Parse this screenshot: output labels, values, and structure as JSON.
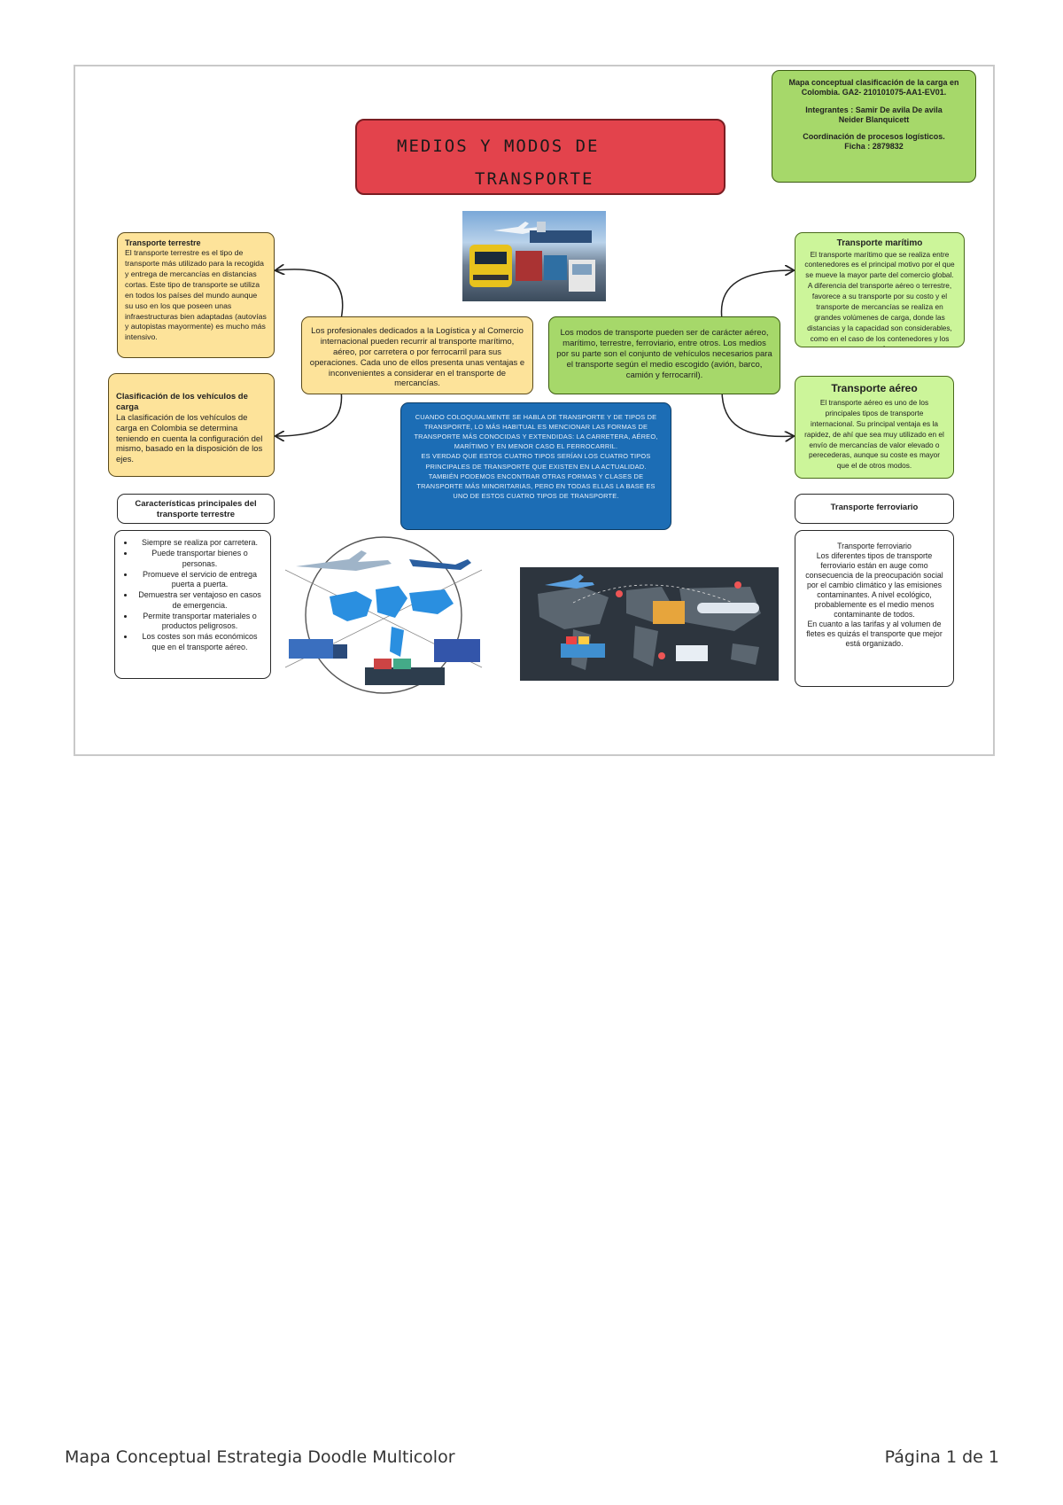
{
  "header": {
    "info_box": {
      "line1": "Mapa conceptual clasificación de la carga en Colombia. GA2- 210101075-AA1-EV01.",
      "line2": "Integrantes : Samir De avila De avila",
      "line3": "Neider Blanquicett",
      "line4": "Coordinación de procesos logísticos.",
      "line5": "Ficha : 2879832"
    },
    "title_line1": "MEDIOS Y MODOS DE",
    "title_line2": "TRANSPORTE"
  },
  "nodes": {
    "terrestre": {
      "heading": "Transporte terrestre",
      "body": "El transporte terrestre es el tipo de transporte más utilizado para la recogida y entrega de mercancías en distancias cortas. Este tipo de transporte se utiliza en todos los países del mundo aunque su uso en los que poseen unas infraestructuras bien adaptadas (autovías y autopistas mayormente) es mucho más intensivo."
    },
    "clasificacion": {
      "heading": "Clasificación de los vehículos de carga",
      "body": "La clasificación de los vehículos de carga en Colombia se determina teniendo en cuenta la configuración del mismo, basado en la disposición de los ejes."
    },
    "profesionales": {
      "body": "Los profesionales dedicados a la Logística y al Comercio internacional pueden recurrir al transporte marítimo, aéreo, por carretera o por ferrocarril para sus operaciones. Cada uno de ellos presenta unas ventajas e inconvenientes a considerar en el transporte de mercancías."
    },
    "modos": {
      "body": "Los modos de transporte pueden ser de carácter aéreo, marítimo, terrestre, ferroviario, entre otros. Los medios por su parte son el conjunto de vehículos necesarios para el transporte según el medio escogido (avión, barco, camión y ferrocarril)."
    },
    "maritimo": {
      "heading": "Transporte marítimo",
      "body": "El transporte marítimo que se realiza entre contenedores es el principal motivo por el que se mueve la mayor parte del comercio global. A diferencia del transporte aéreo o terrestre, favorece a su transporte por su costo y el transporte de mercancías se realiza en grandes volúmenes de carga, donde las distancias y la capacidad son considerables, como en el caso de los contenedores y los graneles."
    },
    "aereo": {
      "heading": "Transporte aéreo",
      "body": "El transporte aéreo es uno de los principales tipos de transporte internacional. Su principal ventaja es la rapidez, de ahí que sea muy utilizado en el envío de mercancías de valor elevado o perecederas, aunque su coste es mayor que el de otros modos."
    },
    "intro": {
      "line1": "CUANDO COLOQUIALMENTE SE HABLA DE TRANSPORTE Y DE TIPOS DE TRANSPORTE, LO MÁS HABITUAL ES MENCIONAR LAS FORMAS DE TRANSPORTE MÁS CONOCIDAS Y EXTENDIDAS: LA CARRETERA, AÉREO, MARÍTIMO Y EN MENOR CASO EL FERROCARRIL.",
      "line2": "ES VERDAD QUE ESTOS CUATRO TIPOS SERÍAN LOS CUATRO TIPOS PRINCIPALES DE TRANSPORTE QUE EXISTEN EN LA ACTUALIDAD. TAMBIÉN PODEMOS ENCONTRAR OTRAS FORMAS Y CLASES DE TRANSPORTE MÁS MINORITARIAS, PERO EN TODAS ELLAS LA BASE ES UNO DE ESTOS CUATRO TIPOS DE TRANSPORTE."
    },
    "caracteristicas": {
      "heading": "Características principales del transporte terrestre",
      "items": [
        "Siempre se realiza por carretera.",
        "Puede transportar bienes o personas.",
        "Promueve el servicio de entrega puerta a puerta.",
        "Demuestra ser ventajoso en casos de emergencia.",
        "Permite transportar materiales o productos peligrosos.",
        "Los costes son más económicos que en el transporte aéreo."
      ]
    },
    "ferroviario": {
      "heading": "Transporte ferroviario",
      "lines": [
        "Transporte ferroviario",
        "Los diferentes tipos de transporte ferroviario están en auge como consecuencia de la preocupación social por el cambio climático y las emisiones contaminantes. A nivel ecológico, probablemente es el medio menos contaminante de todos.",
        "En cuanto a las tarifas y al volumen de fletes es quizás el transporte que mejor está organizado."
      ]
    }
  },
  "footer": {
    "left": "Mapa Conceptual Estrategia Doodle Multicolor",
    "right": "Página 1 de 1"
  },
  "colors": {
    "title_red": "#e3434c",
    "yellow": "#fde39a",
    "green": "#ccf59a",
    "info_green": "#a6d86a",
    "blue": "#1c6db5"
  }
}
